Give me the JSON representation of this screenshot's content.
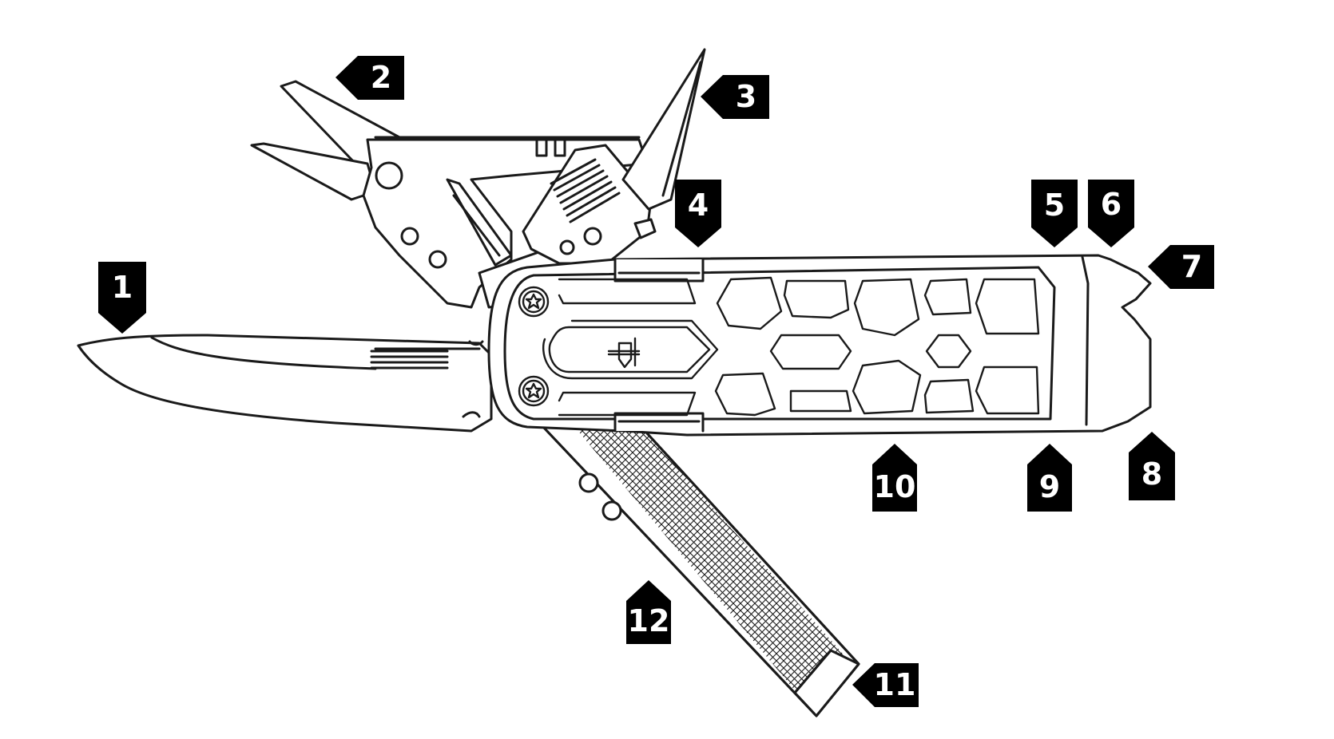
{
  "colors": {
    "line": "#1a1a1a",
    "fill": "#ffffff",
    "callout": "#000000",
    "callout_text": "#ffffff"
  },
  "callouts": {
    "c1": "1",
    "c2": "2",
    "c3": "3",
    "c4": "4",
    "c5": "5",
    "c6": "6",
    "c7": "7",
    "c8": "8",
    "c9": "9",
    "c10": "10",
    "c11": "11",
    "c12": "12"
  }
}
